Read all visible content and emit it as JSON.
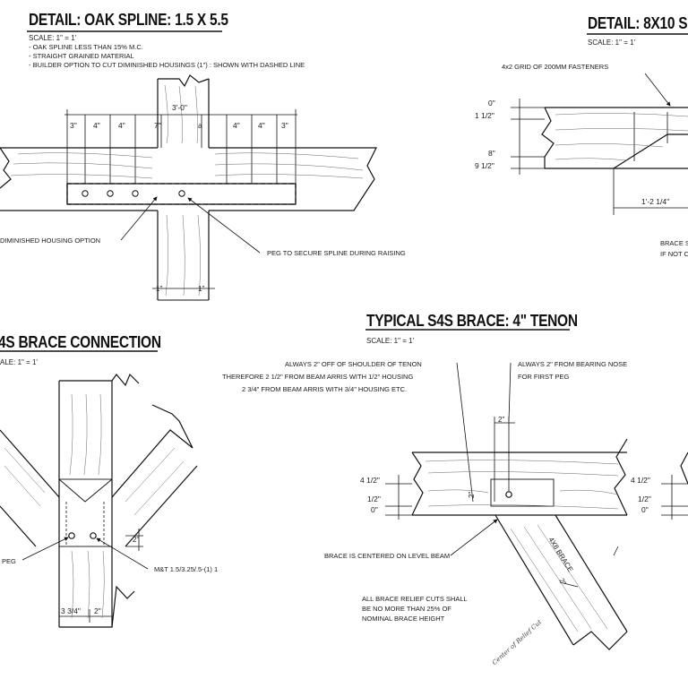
{
  "spline": {
    "title": "DETAIL: OAK SPLINE: 1.5 X 5.5",
    "scale": "SCALE: 1\" = 1'",
    "notes": [
      "- OAK SPLINE LESS THAN 15% M.C.",
      "- STRAIGHT GRAINED MATERIAL",
      "- BUILDER OPTION TO CUT DIMINISHED HOUSINGS (1\") : SHOWN WITH DASHED LINE"
    ],
    "post_height": "3'-0\"",
    "dims": [
      "3\"",
      "4\"",
      "4\"",
      "7\"",
      "a",
      "4\"",
      "4\"",
      "3\""
    ],
    "callout_housing": "DIMINISHED HOUSING OPTION",
    "callout_peg": "PEG TO SECURE SPLINE DURING RAISING",
    "bottom_dim_left": "1\"",
    "bottom_dim_right": "1\""
  },
  "detail8x10": {
    "title": "DETAIL: 8X10 S",
    "scale": "SCALE: 1\" = 1'",
    "callout_fasteners": "4x2 GRID OF 200MM FASTENERS",
    "dims": [
      "0\"",
      "1 1/2\"",
      "8\"",
      "9 1/2\""
    ],
    "length_dim": "1'-2 1/4\"",
    "note_lines": [
      "BRACE S",
      "IF NOT C"
    ]
  },
  "braceconn": {
    "title": "4S BRACE CONNECTION",
    "scale": "ALE: 1\" = 1'",
    "peg_label": "PEG",
    "mt_label": "M&T 1.5/3.25/.5-(1) 1",
    "dim_2": "2\"",
    "dim_334": "3 3/4\"",
    "dim_2b": "2\""
  },
  "brace": {
    "title": "TYPICAL S4S BRACE: 4\" TENON",
    "scale": "SCALE: 1\" = 1'",
    "note_left": [
      "ALWAYS 2\" OFF OF SHOULDER OF TENON",
      "THEREFORE 2 1/2\" FROM BEAM ARRIS WITH 1/2\" HOUSING",
      "2 3/4\" FROM BEAM ARRIS WITH 3/4\" HOUSING ETC."
    ],
    "note_right": [
      "ALWAYS 2\" FROM BEARING NOSE",
      "FOR FIRST PEG"
    ],
    "dim_top": "2\"",
    "dims_left": [
      "4 1/2\"",
      "1/2\"",
      "0\""
    ],
    "dims_right": [
      "4 1/2\"",
      "1/2\"",
      "0\""
    ],
    "dim_vert": "2\"",
    "dim_brace": "2\"",
    "brace_label": "4X8 BRACE",
    "callout_center": "BRACE IS CENTERED ON LEVEL BEAM",
    "relief_note": [
      "ALL BRACE RELIEF CUTS SHALL",
      "BE NO MORE THAN 25% OF",
      "NOMINAL BRACE HEIGHT"
    ],
    "signature": "Center of Relief Cut"
  }
}
